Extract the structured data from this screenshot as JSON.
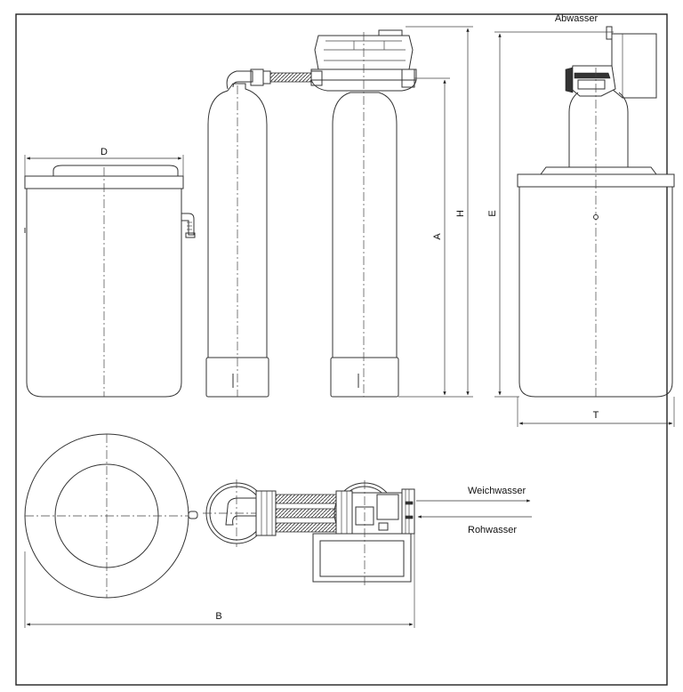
{
  "labels": {
    "abwasser": "Abwasser",
    "weichwasser": "Weichwasser",
    "rohwasser": "Rohwasser"
  },
  "dimensions": {
    "a": "A",
    "b": "B",
    "d": "D",
    "e": "E",
    "h": "H",
    "t": "T"
  }
}
